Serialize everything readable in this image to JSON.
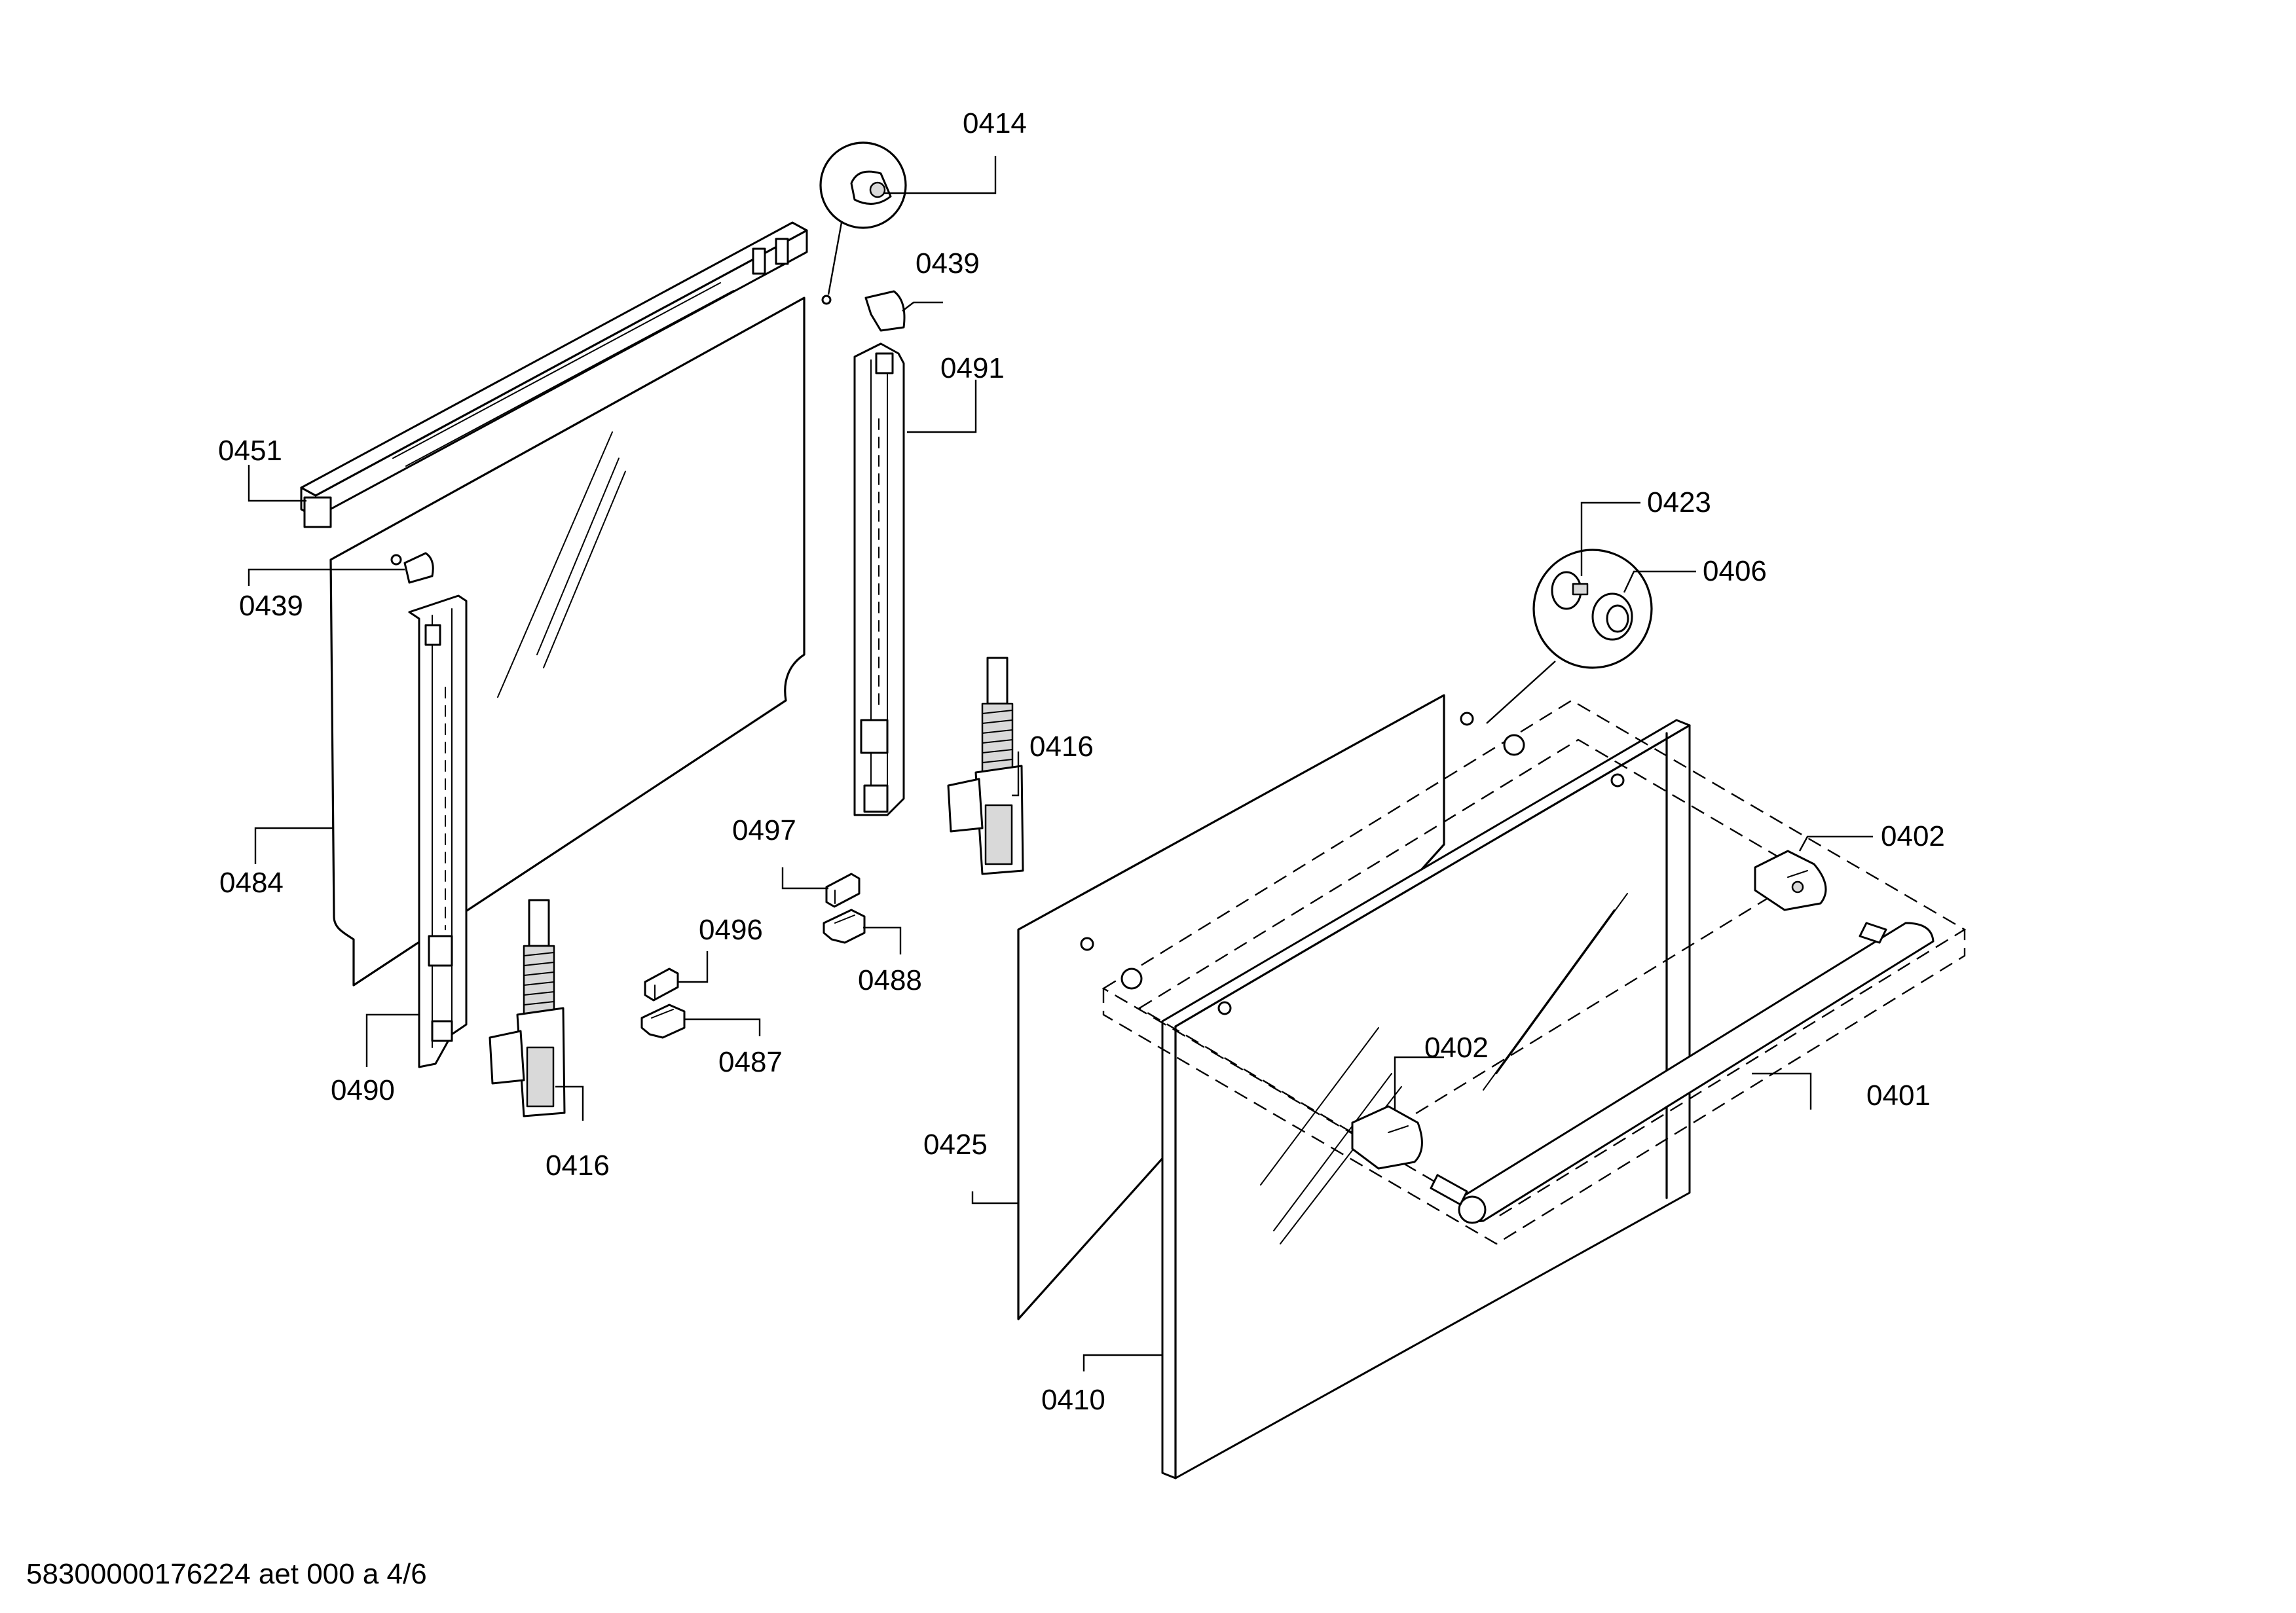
{
  "callouts": [
    {
      "id": "c0414",
      "text": "0414"
    },
    {
      "id": "c0439a",
      "text": "0439"
    },
    {
      "id": "c0491",
      "text": "0491"
    },
    {
      "id": "c0451",
      "text": "0451"
    },
    {
      "id": "c0439b",
      "text": "0439"
    },
    {
      "id": "c0484",
      "text": "0484"
    },
    {
      "id": "c0490",
      "text": "0490"
    },
    {
      "id": "c0416a",
      "text": "0416"
    },
    {
      "id": "c0416b",
      "text": "0416"
    },
    {
      "id": "c0497",
      "text": "0497"
    },
    {
      "id": "c0488",
      "text": "0488"
    },
    {
      "id": "c0496",
      "text": "0496"
    },
    {
      "id": "c0487",
      "text": "0487"
    },
    {
      "id": "c0423",
      "text": "0423"
    },
    {
      "id": "c0406",
      "text": "0406"
    },
    {
      "id": "c0402a",
      "text": "0402"
    },
    {
      "id": "c0402b",
      "text": "0402"
    },
    {
      "id": "c0401",
      "text": "0401"
    },
    {
      "id": "c0425",
      "text": "0425"
    },
    {
      "id": "c0410",
      "text": "0410"
    }
  ],
  "footer": {
    "text": "58300000176224 aet 000 a 4/6"
  }
}
